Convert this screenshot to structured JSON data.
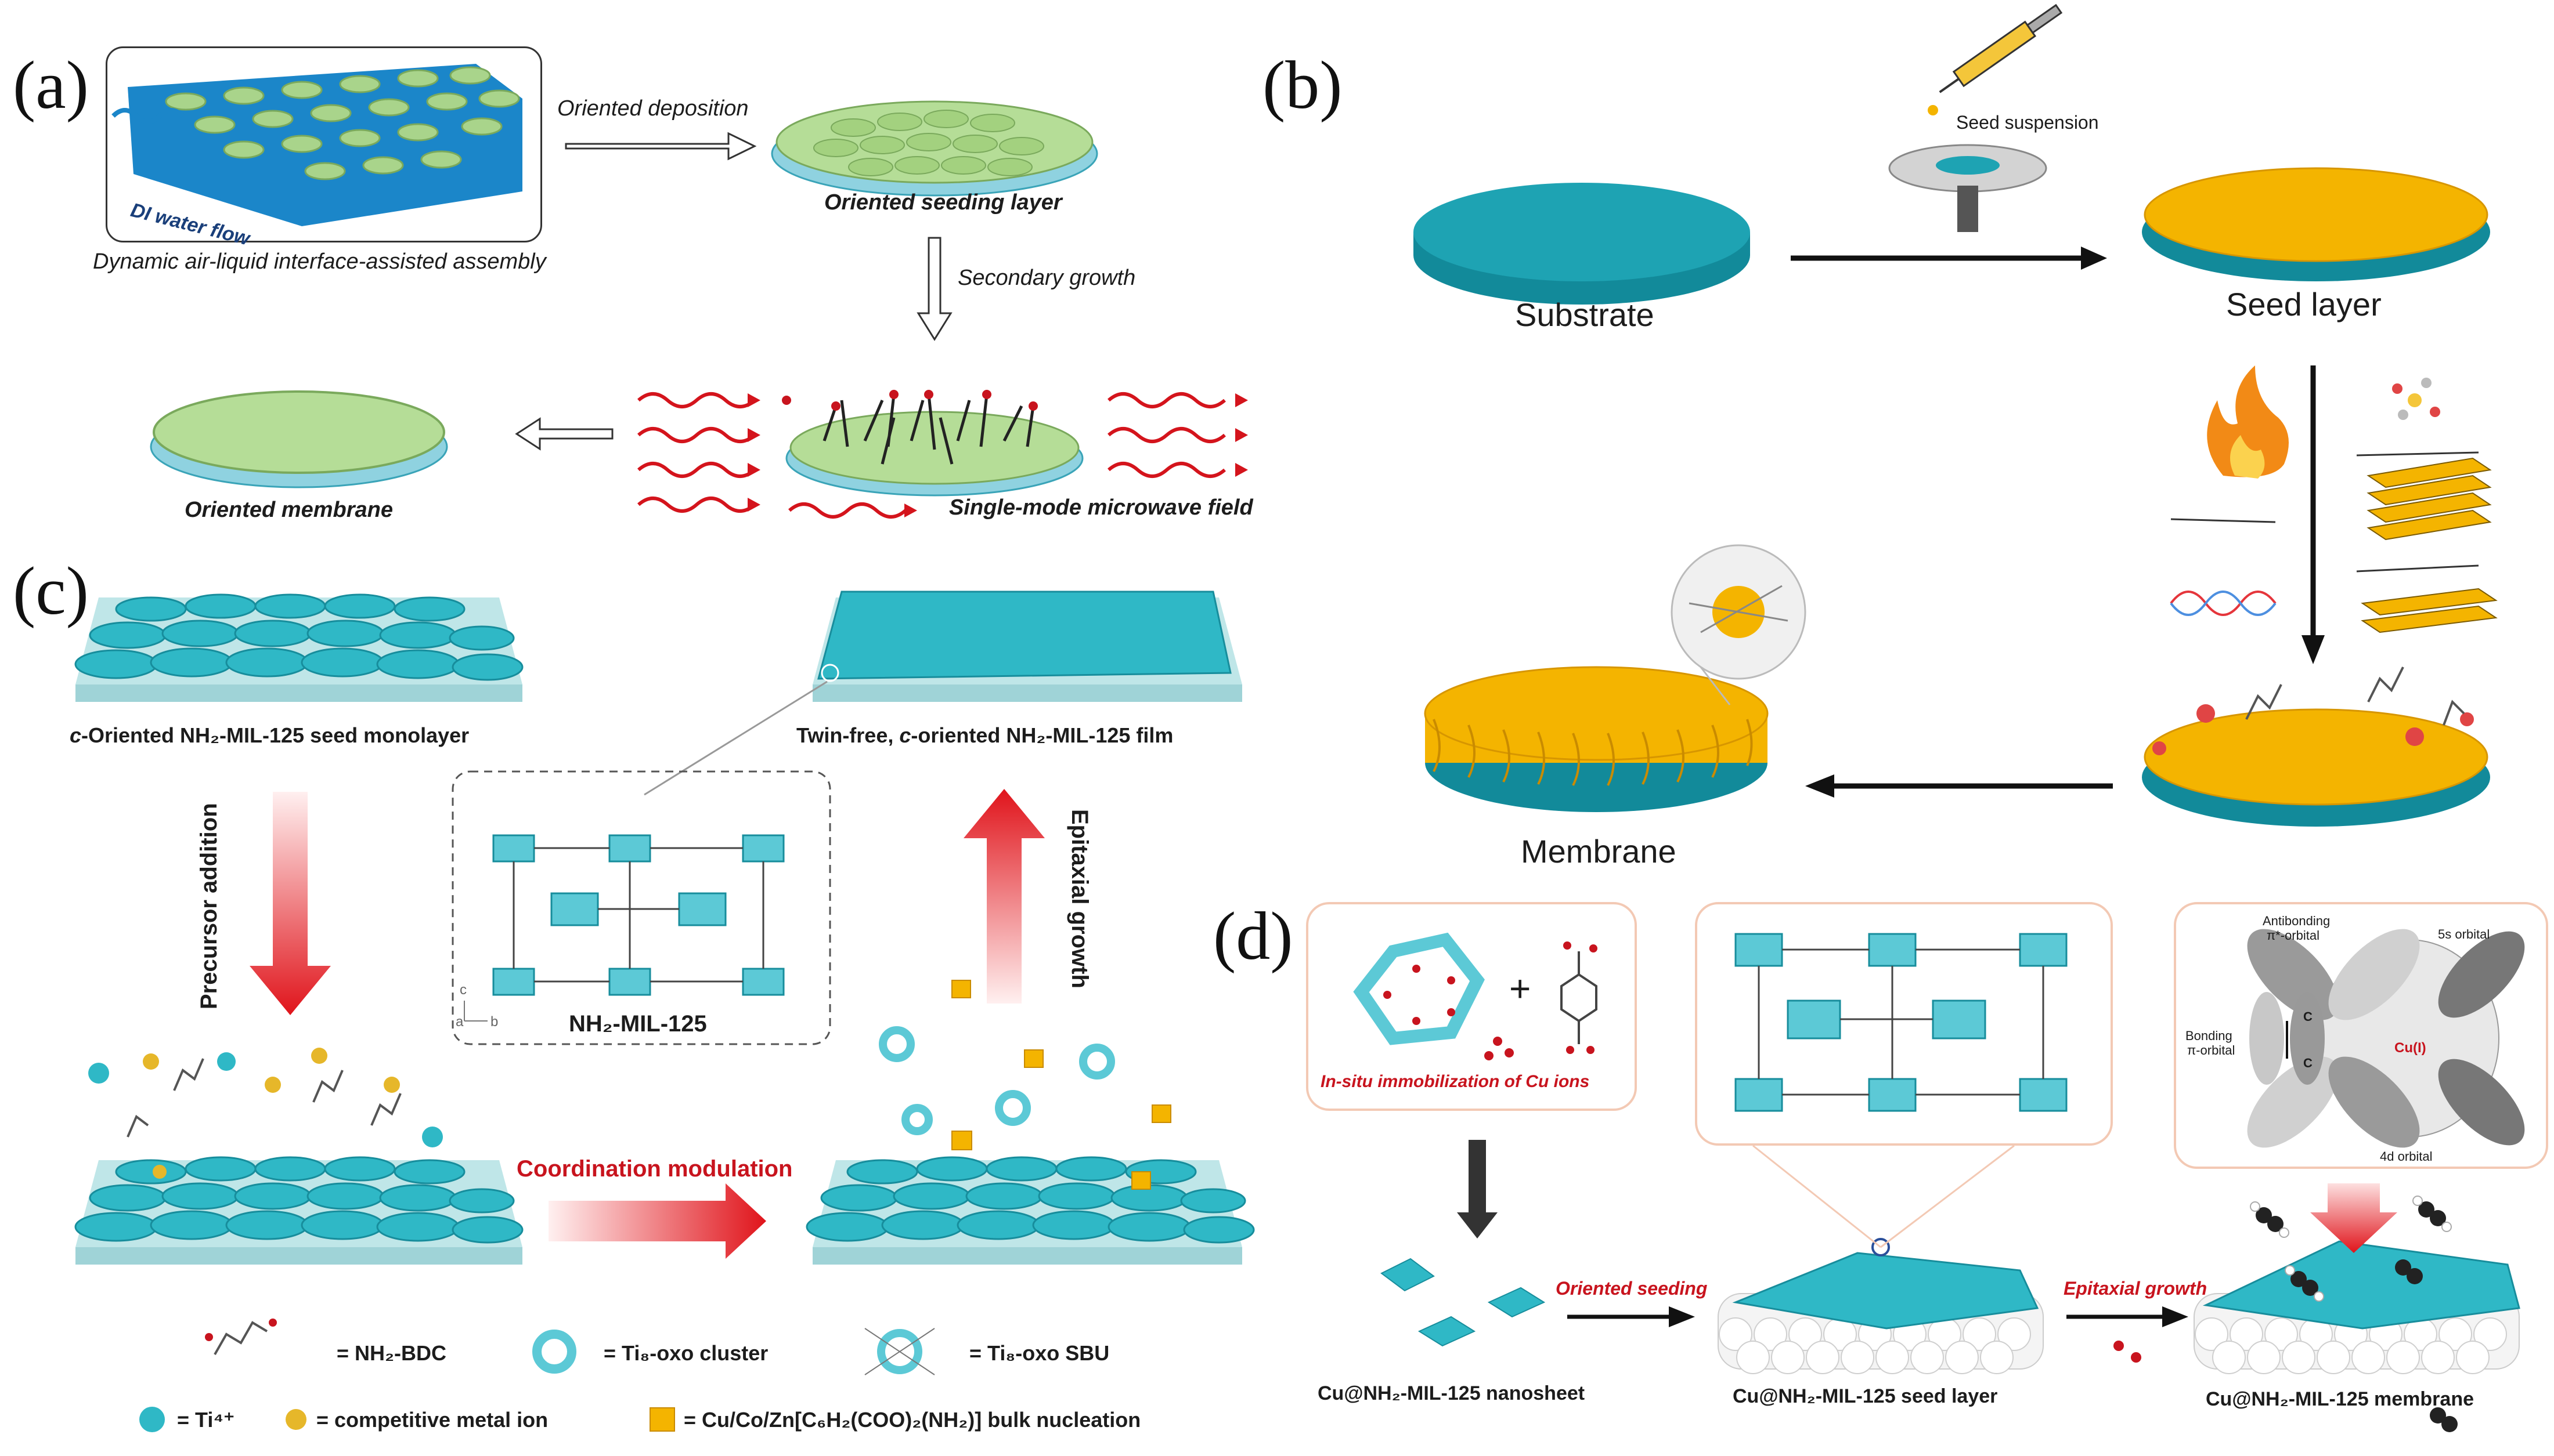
{
  "panels": {
    "a": {
      "letter": "(a)",
      "step1_caption": "Dynamic air-liquid interface-assisted assembly",
      "flow_label": "DI water flow",
      "arrow1_label": "Oriented deposition",
      "seeding_label": "Oriented seeding layer",
      "arrow2_label": "Secondary growth",
      "microwave_label": "Single-mode microwave field",
      "membrane_label": "Oriented membrane"
    },
    "b": {
      "letter": "(b)",
      "seed_suspension_label": "Seed suspension",
      "substrate_label": "Substrate",
      "seed_layer_label": "Seed layer",
      "membrane_label": "Membrane"
    },
    "c": {
      "letter": "(c)",
      "seed_monolayer_label_pre": "c",
      "seed_monolayer_label": "-Oriented NH₂-MIL-125 seed monolayer",
      "film_label_pre": "Twin-free, ",
      "film_label_c": "c",
      "film_label_post": "-oriented NH₂-MIL-125 film",
      "precursor_label": "Precursor addition",
      "epitaxial_label": "Epitaxial growth",
      "structure_label": "NH₂-MIL-125",
      "axis_c": "c",
      "axis_a": "a",
      "axis_b": "b",
      "coordination_label": "Coordination modulation",
      "legend": {
        "nh2bdc": "= NH₂-BDC",
        "ti8_cluster": "= Ti₈-oxo cluster",
        "ti8_sbu": "= Ti₈-oxo SBU",
        "ti4": "= Ti⁴⁺",
        "competitive": "= competitive metal ion",
        "bulk": "= Cu/Co/Zn[C₆H₂(COO)₂(NH₂)] bulk nucleation"
      }
    },
    "d": {
      "letter": "(d)",
      "insitu_label": "In-situ immobilization of Cu ions",
      "plus": "+",
      "antibonding_label_1": "Antibonding",
      "antibonding_label_2": "π*-orbital",
      "s5_label": "5s orbital",
      "bonding_label_1": "Bonding",
      "bonding_label_2": "π-orbital",
      "cu_label": "Cu(I)",
      "d4_label": "4d orbital",
      "carbon_top": "C",
      "carbon_bottom": "C",
      "oriented_seeding_label": "Oriented seeding",
      "epitaxial_label": "Epitaxial growth",
      "nanosheet_label": "Cu@NH₂-MIL-125 nanosheet",
      "seed_layer_label": "Cu@NH₂-MIL-125 seed layer",
      "membrane_label": "Cu@NH₂-MIL-125 membrane"
    }
  },
  "colors": {
    "teal": "#2fb8c6",
    "teal_dark": "#178d9c",
    "green_disc": "#a9d48b",
    "yellow_seed": "#f4b400",
    "red_arrow": "#e0141b",
    "box_border": "#f3c9b4"
  }
}
